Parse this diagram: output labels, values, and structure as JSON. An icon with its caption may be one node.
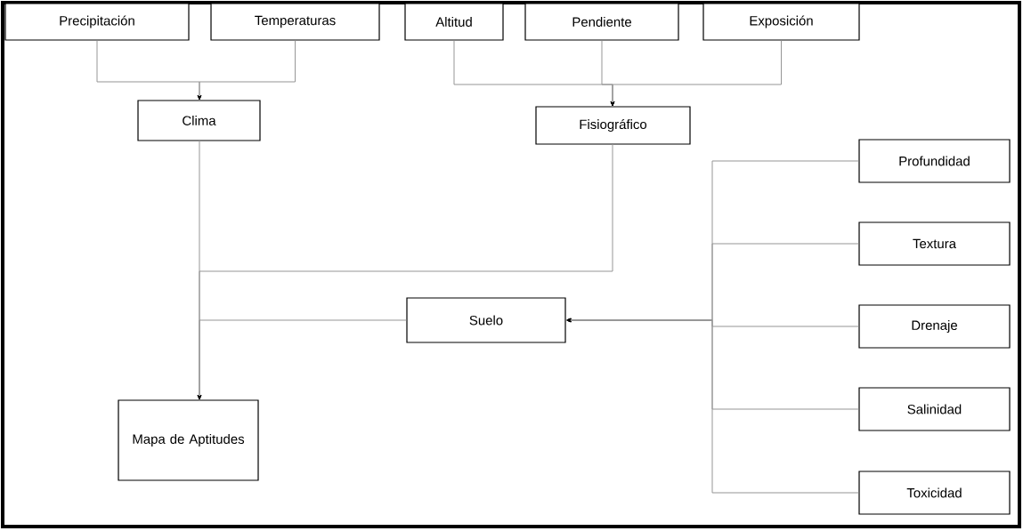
{
  "diagram": {
    "nodes": [
      {
        "text": [
          "Precipitación"
        ]
      },
      {
        "text": [
          "Temperaturas"
        ]
      },
      {
        "text": [
          "Altitud"
        ]
      },
      {
        "text": [
          "Pendiente"
        ]
      },
      {
        "text": [
          "Exposición"
        ]
      },
      {
        "text": [
          "Clima"
        ]
      },
      {
        "text": [
          "Fisiográfico"
        ]
      },
      {
        "text": [
          "Profundidad"
        ]
      },
      {
        "text": [
          "Textura"
        ]
      },
      {
        "text": [
          "Drenaje"
        ]
      },
      {
        "text": [
          "Salinidad"
        ]
      },
      {
        "text": [
          "Toxicidad"
        ]
      },
      {
        "text": [
          "Suelo"
        ]
      },
      {
        "text": [
          "Mapa de Aptitudes"
        ]
      }
    ],
    "edges": [
      {
        "from": 0,
        "to": 5,
        "arrow": "to"
      },
      {
        "from": 1,
        "to": 5,
        "arrow": "to"
      },
      {
        "from": 2,
        "to": 6,
        "arrow": "to"
      },
      {
        "from": 3,
        "to": 6,
        "arrow": "to"
      },
      {
        "from": 4,
        "to": 6,
        "arrow": "to"
      },
      {
        "from": 5,
        "to": 13,
        "arrow": "to"
      },
      {
        "from": 6,
        "to": 13,
        "arrow": "to"
      },
      {
        "from": 12,
        "to": 13,
        "arrow": "to"
      },
      {
        "from": 7,
        "to": 12,
        "arrow": "to"
      },
      {
        "from": 8,
        "to": 12,
        "arrow": "to"
      },
      {
        "from": 9,
        "to": 12,
        "arrow": "to"
      },
      {
        "from": 10,
        "to": 12,
        "arrow": "to"
      },
      {
        "from": 11,
        "to": 12,
        "arrow": "to"
      }
    ]
  }
}
